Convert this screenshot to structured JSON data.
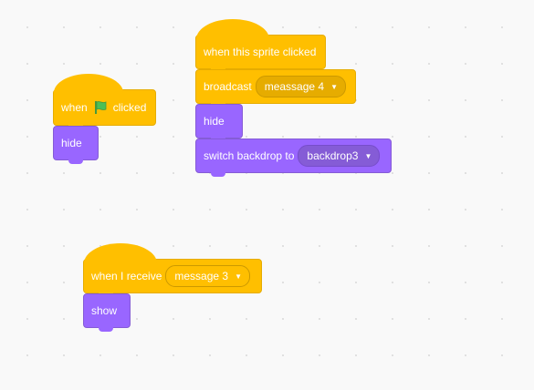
{
  "script1": {
    "hat_when": "when",
    "hat_clicked": "clicked",
    "hide_label": "hide"
  },
  "script2": {
    "hat_label": "when this sprite clicked",
    "broadcast_label": "broadcast",
    "broadcast_value": "meassage 4",
    "hide_label": "hide",
    "switch_label": "switch backdrop to",
    "switch_value": "backdrop3"
  },
  "script3": {
    "hat_label": "when I receive",
    "receive_value": "message 3",
    "show_label": "show"
  },
  "icons": {
    "flag": "green-flag-icon",
    "caret": "caret-down-icon"
  },
  "colors": {
    "events": "#ffbf00",
    "looks": "#9966ff",
    "flag": "#4cbf56"
  }
}
